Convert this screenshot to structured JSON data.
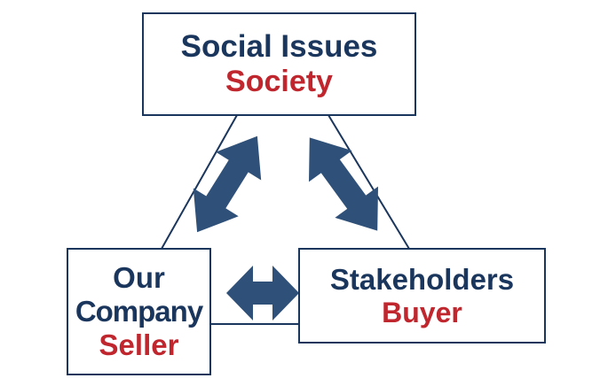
{
  "colors": {
    "navy": "#1b365d",
    "red": "#c0262d",
    "arrow": "#2f5078"
  },
  "nodes": {
    "social": {
      "title": "Social Issues",
      "subtitle": "Society"
    },
    "company": {
      "title_line1": "Our",
      "title_line2": "Company",
      "subtitle": "Seller"
    },
    "stakeholders": {
      "title": "Stakeholders",
      "subtitle": "Buyer"
    }
  }
}
